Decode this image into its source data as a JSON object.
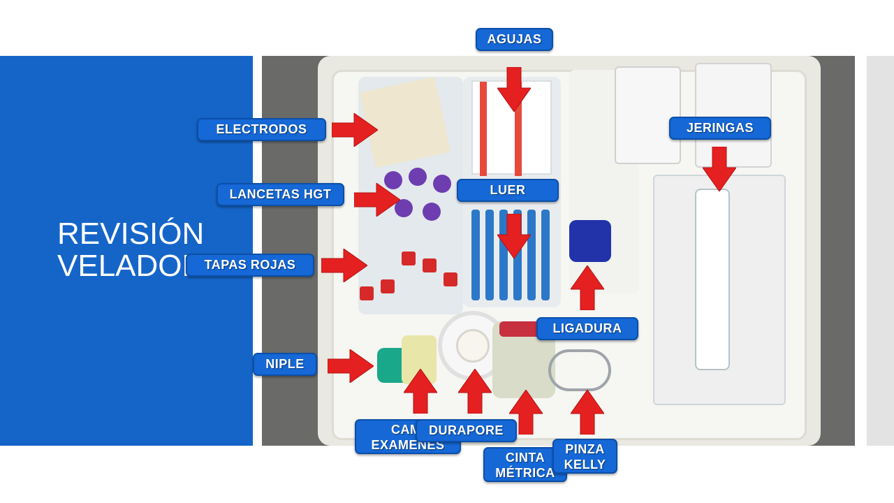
{
  "slide": {
    "title": "REVISIÓN VELADOR",
    "title_line1": "REVISIÓN",
    "title_line2": "VELADOR",
    "accent_color": "#1565c8",
    "label_color": "#1568d6",
    "arrow_color": "#e52020"
  },
  "labels": {
    "agujas": "AGUJAS",
    "electrodos": "ELECTRODOS",
    "jeringas": "JERINGAS",
    "lancetas": "LANCETAS HGT",
    "luer": "LUER",
    "tapas_rojas": "TAPAS ROJAS",
    "ligadura": "LIGADURA",
    "niple": "NIPLE",
    "camisa_line1": "CAMI",
    "camisa_line2": "EXAMENES",
    "durapore": "DURAPORE",
    "cinta_line1": "CINTA",
    "cinta_line2": "MÉTRICA",
    "pinza_line1": "PINZA",
    "pinza_line2": "KELLY"
  },
  "icons": {
    "arrow": "red-arrow-icon"
  }
}
